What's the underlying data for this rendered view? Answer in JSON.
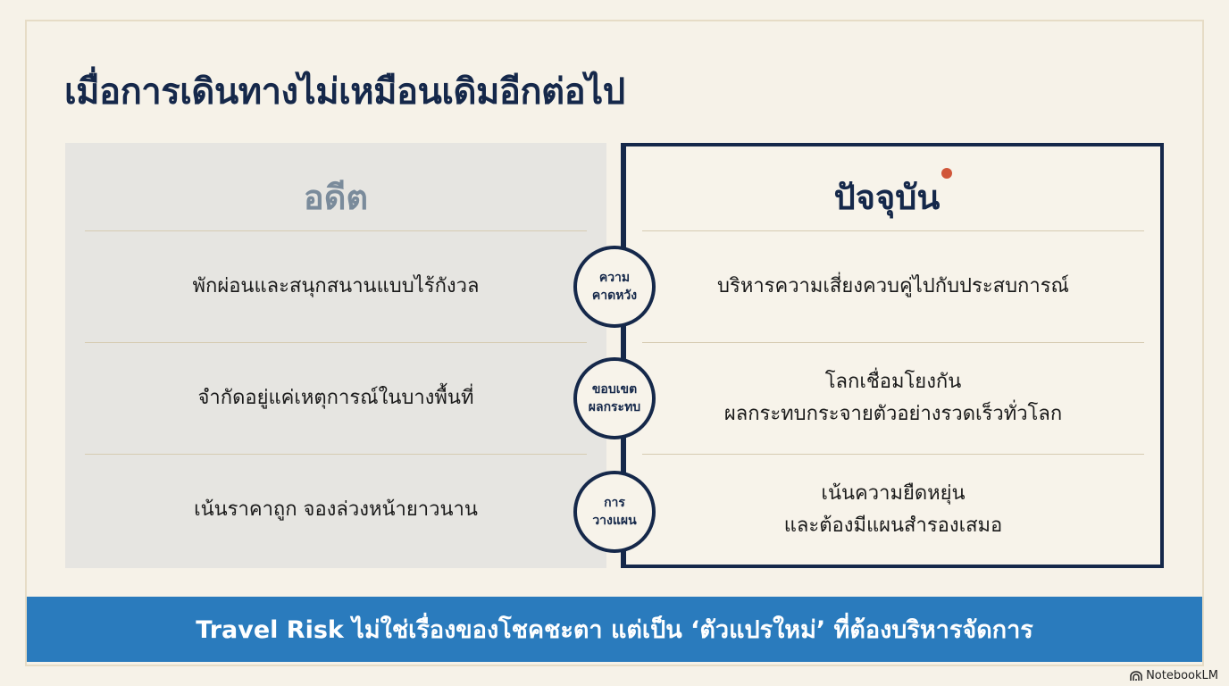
{
  "title": "เมื่อการเดินทางไม่เหมือนเดิมอีกต่อไป",
  "past": {
    "header": "อดีต",
    "rows": [
      "พักผ่อนและสนุกสนานแบบไร้กังวล",
      "จำกัดอยู่แค่เหตุการณ์ในบางพื้นที่",
      "เน้นราคาถูก จองล่วงหน้ายาวนาน"
    ]
  },
  "present": {
    "header": "ปัจจุบัน",
    "rows": [
      [
        "บริหารความเสี่ยงควบคู่ไปกับประสบการณ์"
      ],
      [
        "โลกเชื่อมโยงกัน",
        "ผลกระทบกระจายตัวอย่างรวดเร็วทั่วโลก"
      ],
      [
        "เน้นความยืดหยุ่น",
        "และต้องมีแผนสำรองเสมอ"
      ]
    ]
  },
  "categories": [
    [
      "ความ",
      "คาดหวัง"
    ],
    [
      "ขอบเขต",
      "ผลกระทบ"
    ],
    [
      "การ",
      "วางแผน"
    ]
  ],
  "banner": "Travel Risk ไม่ใช่เรื่องของโชคชะตา แต่เป็น ‘ตัวแปรใหม่’ ที่ต้องบริหารจัดการ",
  "brand": "NotebookLM",
  "colors": {
    "navy": "#15284a",
    "accent": "#d0563a",
    "banner": "#2a7bbd"
  }
}
